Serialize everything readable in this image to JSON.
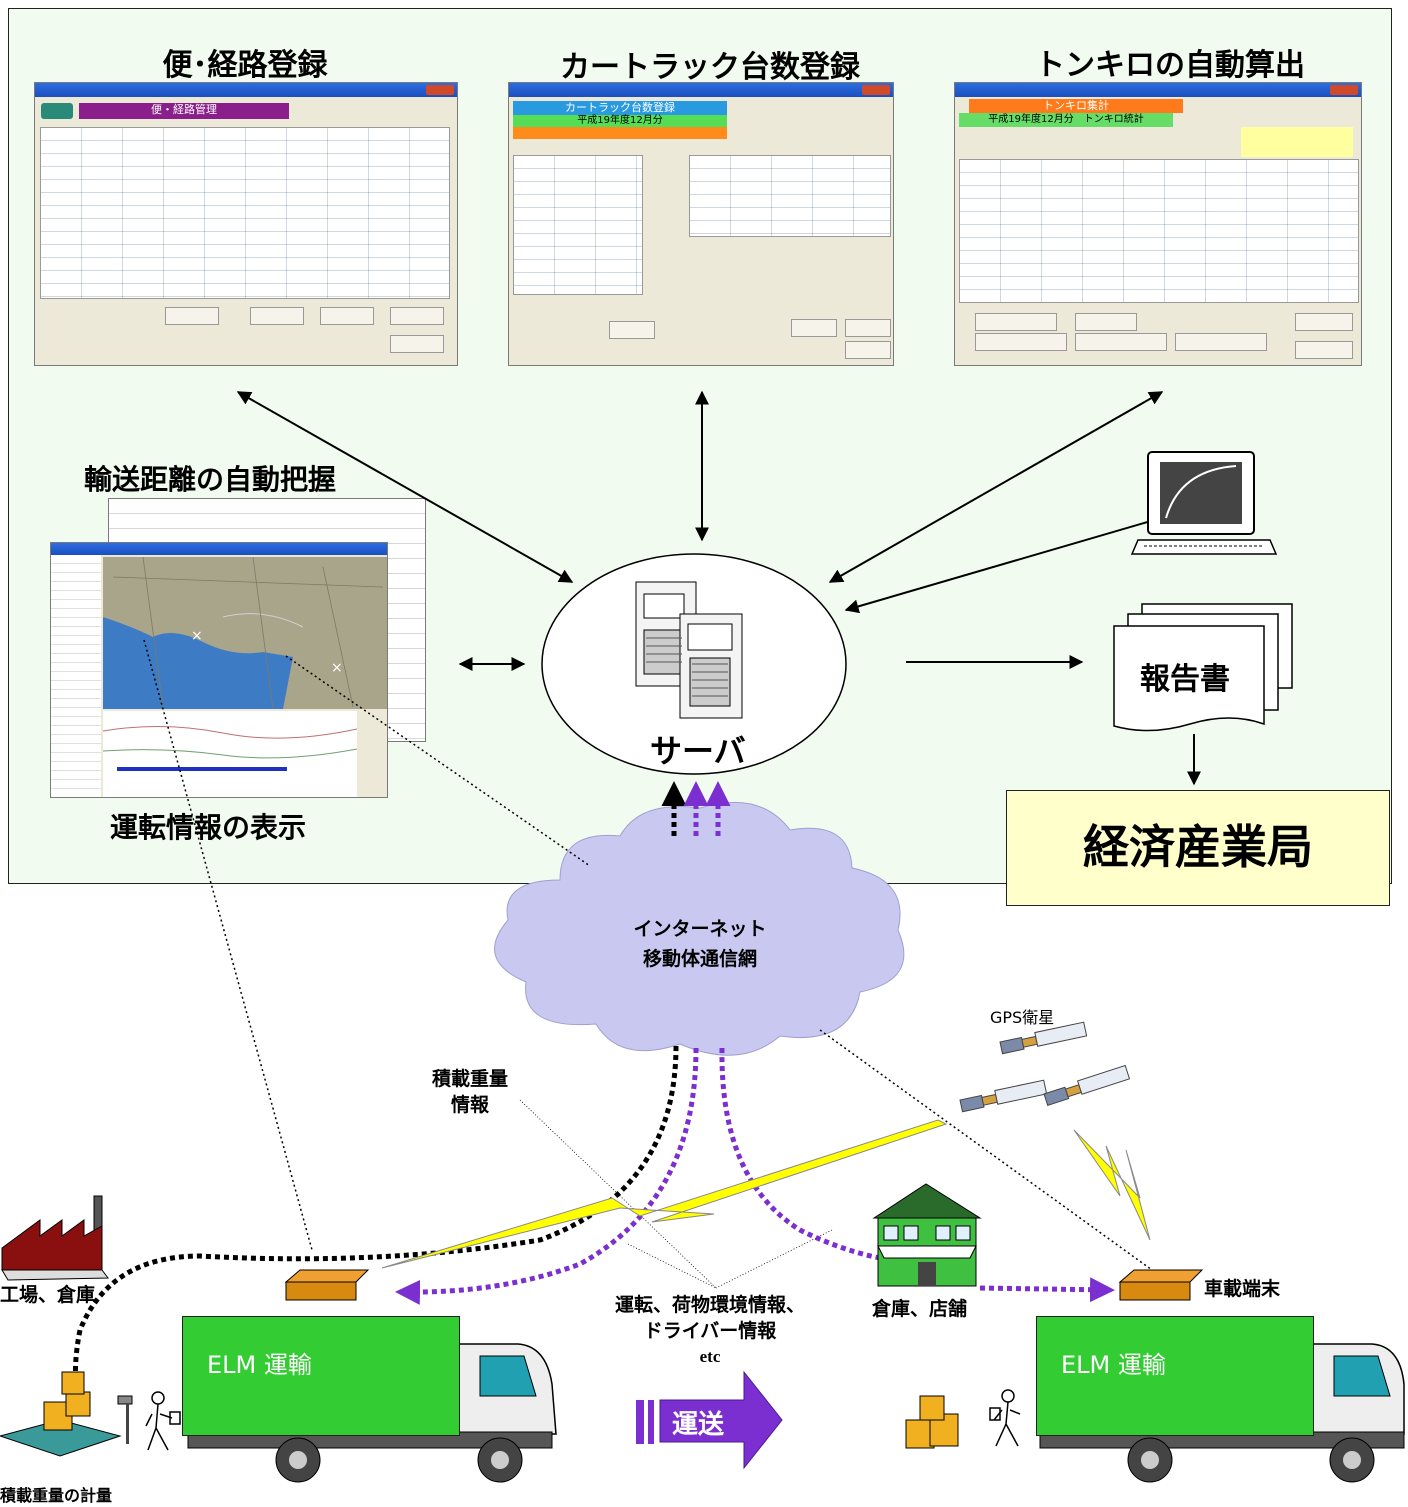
{
  "panel": {
    "screens": [
      {
        "heading": "便･経路登録",
        "inner_title": "便・経路管理"
      },
      {
        "heading": "カートラック台数登録",
        "inner_title": "カートラック台数登録",
        "inner_subtitle": "平成19年度12月分"
      },
      {
        "heading": "トンキロの自動算出",
        "inner_title": "トンキロ集計",
        "inner_subtitle": "平成19年度12月分　トンキロ統計"
      }
    ],
    "distance_caption": "輸送距離の自動把握",
    "driving_caption": "運転情報の表示",
    "server_label": "サーバ",
    "report_label": "報告書"
  },
  "meti_label": "経済産業局",
  "cloud": {
    "line1": "インターネット",
    "line2": "移動体通信網"
  },
  "gps_label": "GPS衛星",
  "load_info": {
    "line1": "積載重量",
    "line2": "情報"
  },
  "factory_label": "工場、倉庫",
  "weighing_label": "積載重量の計量",
  "driving_info": {
    "line1": "運転、荷物環境情報、",
    "line2": "ドライバー情報",
    "line3": "etc"
  },
  "transport_label": "運送",
  "warehouse_label": "倉庫、店舗",
  "terminal_label": "車載端末",
  "trucks": [
    {
      "label": "ELM 運輸"
    },
    {
      "label": "ELM 運輸"
    }
  ],
  "colors": {
    "panel_bg": "#f1fbef",
    "meti_bg": "#ffffcc",
    "truck": "#33cc33",
    "cloud": "#c8c8f0",
    "purple_arrow": "#7b2fd0",
    "lightning": "#ffff00"
  }
}
